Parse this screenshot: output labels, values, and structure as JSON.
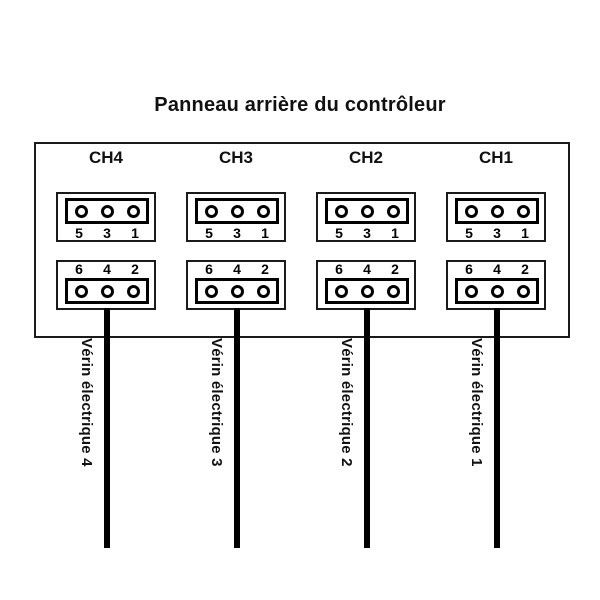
{
  "diagram": {
    "title": "Panneau arrière du contrôleur",
    "panel_name": "controller-rear-panel",
    "colors": {
      "stroke": "#1a1a1a",
      "ink": "#000000",
      "background": "#ffffff"
    }
  },
  "channels": [
    {
      "id": "ch4",
      "label": "CH4",
      "top_connector": {
        "pin_count": 3,
        "pin_numbers": [
          "5",
          "3",
          "1"
        ],
        "numbers_position": "below"
      },
      "bottom_connector": {
        "pin_count": 3,
        "pin_numbers": [
          "6",
          "4",
          "2"
        ],
        "numbers_position": "above"
      },
      "cable_label": "Vérin électrique 4"
    },
    {
      "id": "ch3",
      "label": "CH3",
      "top_connector": {
        "pin_count": 3,
        "pin_numbers": [
          "5",
          "3",
          "1"
        ],
        "numbers_position": "below"
      },
      "bottom_connector": {
        "pin_count": 3,
        "pin_numbers": [
          "6",
          "4",
          "2"
        ],
        "numbers_position": "above"
      },
      "cable_label": "Vérin électrique 3"
    },
    {
      "id": "ch2",
      "label": "CH2",
      "top_connector": {
        "pin_count": 3,
        "pin_numbers": [
          "5",
          "3",
          "1"
        ],
        "numbers_position": "below"
      },
      "bottom_connector": {
        "pin_count": 3,
        "pin_numbers": [
          "6",
          "4",
          "2"
        ],
        "numbers_position": "above"
      },
      "cable_label": "Vérin électrique 2"
    },
    {
      "id": "ch1",
      "label": "CH1",
      "top_connector": {
        "pin_count": 3,
        "pin_numbers": [
          "5",
          "3",
          "1"
        ],
        "numbers_position": "below"
      },
      "bottom_connector": {
        "pin_count": 3,
        "pin_numbers": [
          "6",
          "4",
          "2"
        ],
        "numbers_position": "above"
      },
      "cable_label": "Vérin électrique 1"
    }
  ]
}
